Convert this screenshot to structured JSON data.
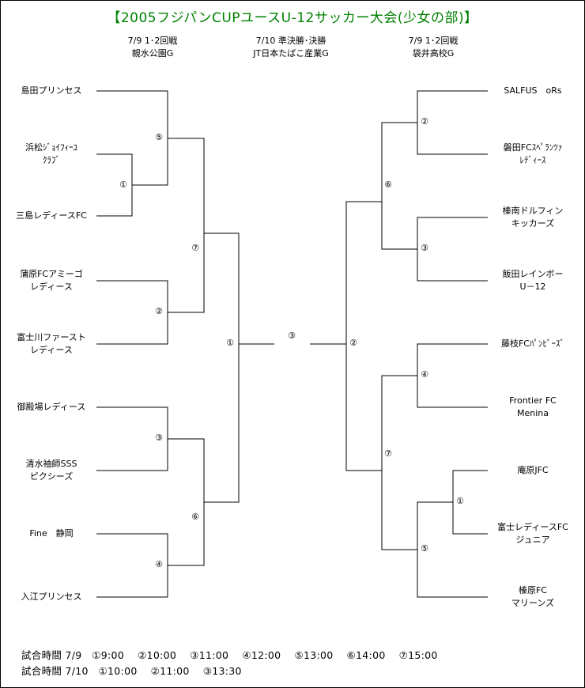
{
  "title": "【2005フジパンCUPユースU-12サッカー大会(少女の部)】",
  "venues": [
    {
      "date": "7/9  1･2回戦",
      "place": "親水公園G"
    },
    {
      "date": "7/10  準決勝･決勝",
      "place": "JT日本たばこ産業G"
    },
    {
      "date": "7/9  1･2回戦",
      "place": "袋井高校G"
    }
  ],
  "left_teams": [
    {
      "line1": "島田プリンセス",
      "line2": ""
    },
    {
      "line1": "浜松ｼﾞｮｲﾌｨｰﾕ",
      "line2": "ｸﾗﾌﾞ"
    },
    {
      "line1": "三島レディースFC",
      "line2": ""
    },
    {
      "line1": "蒲原FCアミーゴ",
      "line2": "レディース"
    },
    {
      "line1": "富士川ファースト",
      "line2": "レディース"
    },
    {
      "line1": "御殿場レディース",
      "line2": ""
    },
    {
      "line1": "清水袖師SSS",
      "line2": "ピクシーズ"
    },
    {
      "line1": "Fine　静岡",
      "line2": ""
    },
    {
      "line1": "入江プリンセス",
      "line2": ""
    }
  ],
  "right_teams": [
    {
      "line1": "SALFUS　oRs",
      "line2": ""
    },
    {
      "line1": "磐田FCｽﾍﾟﾗﾝﾂｧ",
      "line2": "ﾚﾃﾞｨｰｽ"
    },
    {
      "line1": "榛南ドルフィン",
      "line2": "キッカーズ"
    },
    {
      "line1": "飯田レインボー",
      "line2": "U－12"
    },
    {
      "line1": "藤枝FCﾊﾟﾝﾋﾟｰｽﾞ",
      "line2": ""
    },
    {
      "line1": "Frontier FC",
      "line2": "Menina"
    },
    {
      "line1": "庵原JFC",
      "line2": ""
    },
    {
      "line1": "富士レディースFC",
      "line2": "ジュニア"
    },
    {
      "line1": "榛原FC",
      "line2": "マリーンズ"
    }
  ],
  "match_numbers": {
    "left": [
      "⑤",
      "①",
      "⑦",
      "②",
      "①",
      "③",
      "⑥",
      "④"
    ],
    "center": "③",
    "right": [
      "②",
      "⑥",
      "③",
      "②",
      "④",
      "⑦",
      "①",
      "⑤"
    ]
  },
  "schedule": [
    "試合時間  7/9　①9:00　 ②10:00　 ③11:00　 ④12:00　 ⑤13:00　 ⑥14:00　 ⑦15:00",
    "試合時間  7/10　①10:00　 ②11:00　 ③13:30"
  ],
  "colors": {
    "title": "#008000",
    "lines": "#000000"
  }
}
